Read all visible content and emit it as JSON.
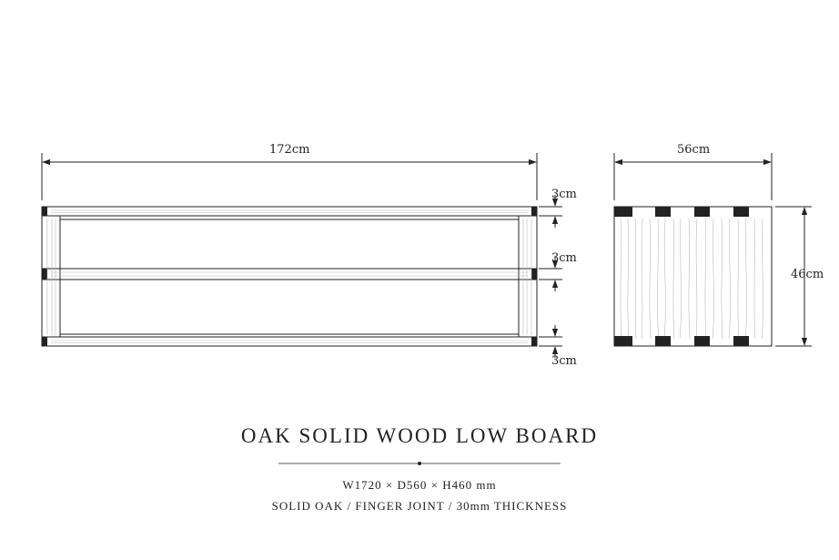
{
  "dimensions": {
    "front_width": "172cm",
    "side_depth": "56cm",
    "side_height": "46cm",
    "top_board": "3cm",
    "middle_board": "3cm",
    "bottom_board": "3cm"
  },
  "product": {
    "title": "OAK SOLID WOOD LOW BOARD",
    "size": "W1720 × D560 × H460 mm",
    "specs": "SOLID OAK / FINGER JOINT / 30mm THICKNESS"
  },
  "colors": {
    "line": "#222222",
    "wood_grain": "#b9b9b9"
  }
}
